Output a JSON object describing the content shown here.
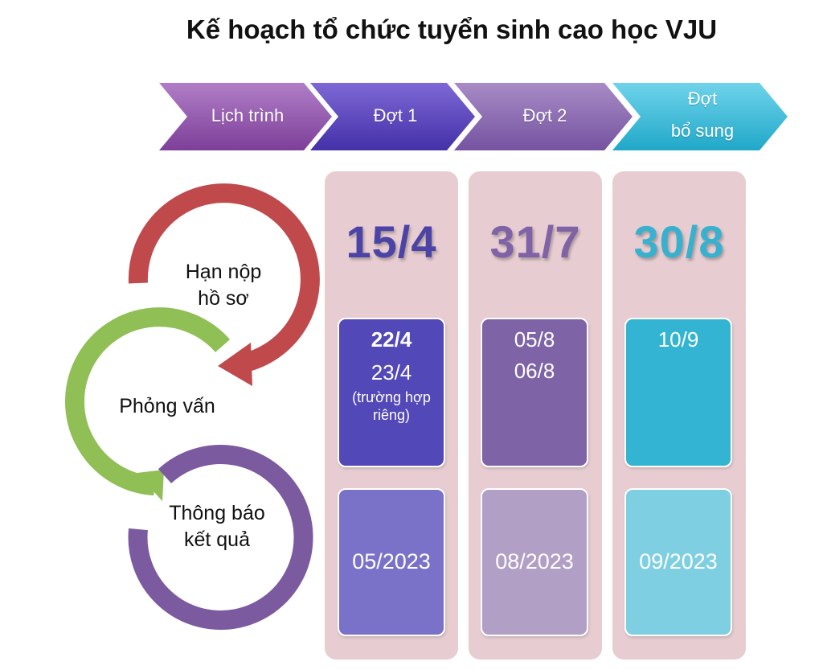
{
  "title": "Kế hoạch tổ chức tuyển sinh cao học VJU",
  "header": {
    "chevrons": [
      {
        "label": "Lịch trình",
        "color": "#8e4fa8"
      },
      {
        "label": "Đợt 1",
        "color": "#5b3fbd"
      },
      {
        "label": "Đợt 2",
        "color": "#8a63ad"
      },
      {
        "label": "Đợt",
        "label2": "bổ sung",
        "color": "#33b8d6"
      }
    ]
  },
  "process": {
    "step1": {
      "line1": "Hạn nộp",
      "line2": "hồ sơ",
      "color": "#c0494c"
    },
    "step2": {
      "line1": "Phỏng vấn",
      "color": "#8fbf55"
    },
    "step3": {
      "line1": "Thông báo",
      "line2": "kết quả",
      "color": "#7c5aa0"
    }
  },
  "columns": [
    {
      "deadline": "15/4",
      "deadline_color": "#4b44a6",
      "interview": {
        "line1": "22/4",
        "line2": "23/4",
        "note1": "(trường hợp",
        "note2": "riêng)"
      },
      "interview_color": "#5248b8",
      "result": "05/2023",
      "result_color": "#7a72c9"
    },
    {
      "deadline": "31/7",
      "deadline_color": "#8062a6",
      "interview": {
        "line1": "05/8",
        "line2": "06/8"
      },
      "interview_color": "#7f63a7",
      "result": "08/2023",
      "result_color": "#b19fc6"
    },
    {
      "deadline": "30/8",
      "deadline_color": "#38b1cf",
      "interview": {
        "line1": "10/9"
      },
      "interview_color": "#33b4d3",
      "result": "09/2023",
      "result_color": "#7fcfe3"
    }
  ]
}
